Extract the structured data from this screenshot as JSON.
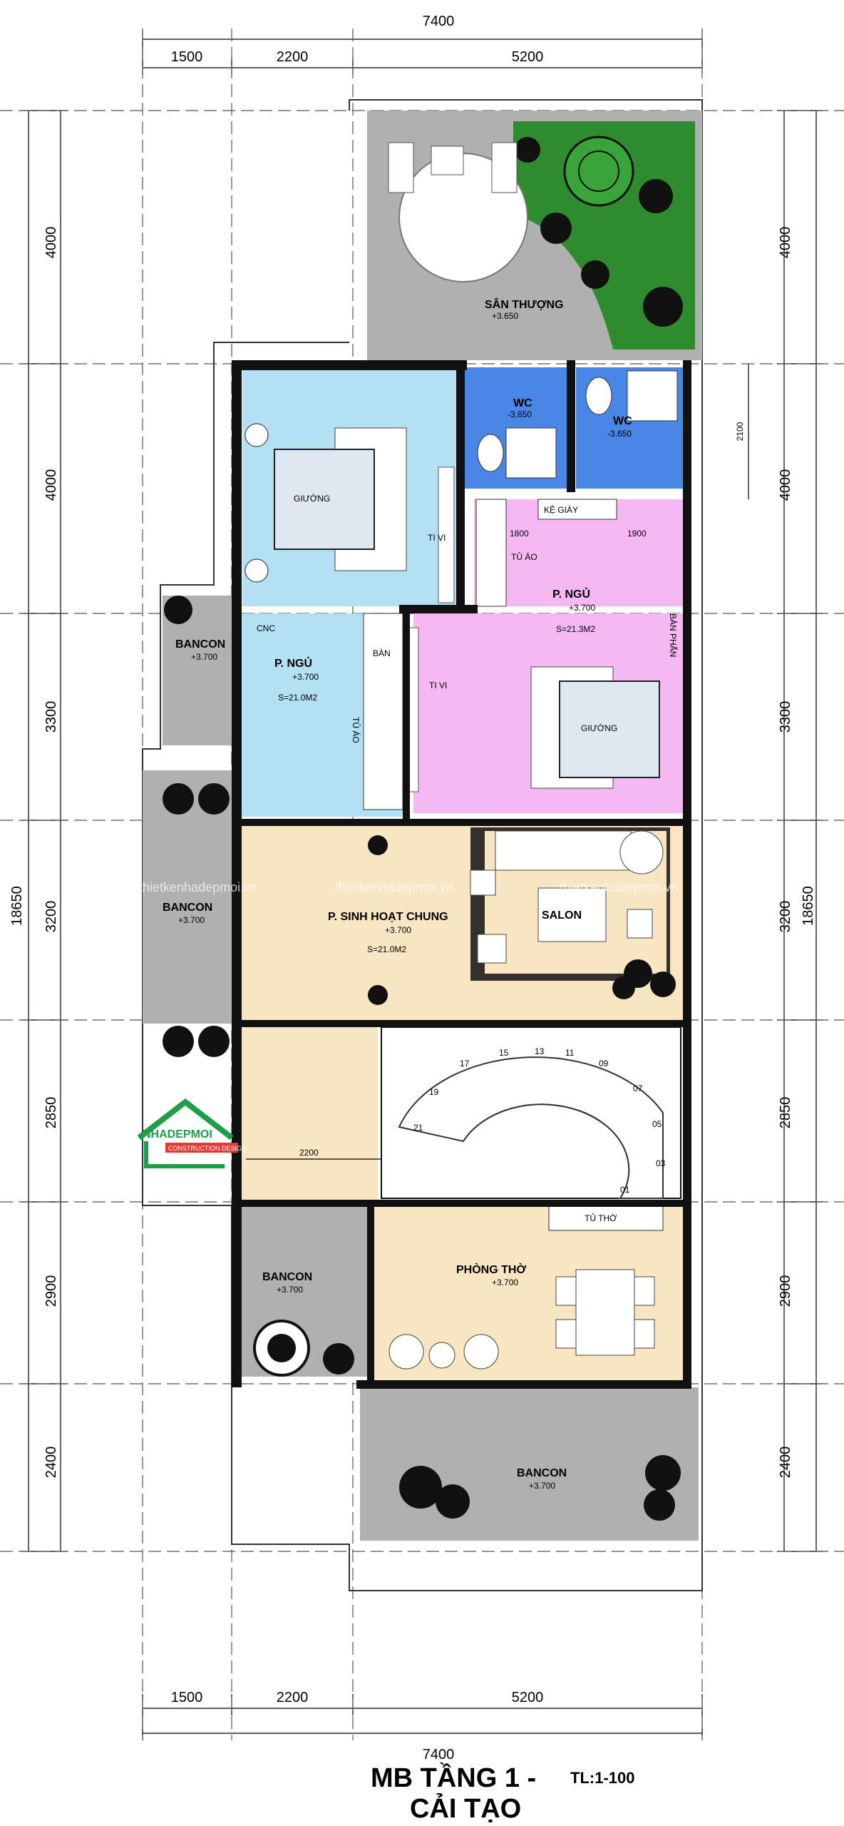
{
  "title": {
    "line1": "MB TẦNG 1 -",
    "scale": "TL:1-100",
    "line2": "CẢI TẠO"
  },
  "top_dims": {
    "total": "7400",
    "a": "1500",
    "b": "2200",
    "c": "5200"
  },
  "bottom_dims": {
    "total": "7400",
    "a": "1500",
    "b": "2200",
    "c": "5200"
  },
  "left_dims": [
    "4000",
    "4000",
    "3300",
    "3200",
    "2850",
    "2900",
    "2400"
  ],
  "left_total": "18650",
  "right_dims": [
    "4000",
    "4000",
    "3300",
    "3200",
    "2850",
    "2900",
    "2400"
  ],
  "right_total": "18650",
  "right_extra": "2100",
  "rooms": {
    "san_thuong": {
      "name": "SÂN THƯỢNG",
      "level": "+3.650"
    },
    "wc1": {
      "name": "WC",
      "level": "-3.650"
    },
    "wc2": {
      "name": "WC",
      "level": "-3.650"
    },
    "bed_giuong1": "GIƯỜNG",
    "tivi1": "TI VI",
    "ke_giay": "KỆ GIÀY",
    "dim_1800": "1800",
    "dim_1900": "1900",
    "tu_ao1": "TỦ ÁO",
    "p_ngu_pink": {
      "name": "P. NGỦ",
      "level": "+3.700",
      "area": "S=21.3M2"
    },
    "ban_phan": "BÀN PHẤN",
    "cnc": "CNC",
    "ban": "BÀN",
    "tivi2": "TI VI",
    "giuong2": "GIƯỜNG",
    "bancon1": {
      "name": "BANCON",
      "level": "+3.700"
    },
    "p_ngu_blue": {
      "name": "P. NGỦ",
      "level": "+3.700",
      "area": "S=21.0M2"
    },
    "tu_ao2": "TỦ ÁO",
    "bancon2": {
      "name": "BANCON",
      "level": "+3.700"
    },
    "sinh_hoat": {
      "name": "P. SINH HOẠT CHUNG",
      "level": "+3.700",
      "area": "S=21.0M2"
    },
    "salon": "SALON",
    "dim_2200": "2200",
    "stairs": [
      "17",
      "15",
      "13",
      "11",
      "09",
      "07",
      "05",
      "03",
      "01",
      "19",
      "21"
    ],
    "tu_tho": "TỦ THỜ",
    "bancon3": {
      "name": "BANCON",
      "level": "+3.700"
    },
    "phong_tho": {
      "name": "PHÒNG THỜ",
      "level": "+3.700"
    },
    "bancon4": {
      "name": "BANCON",
      "level": "+3.700"
    }
  },
  "watermark": "thietkenhadepmoi.vn",
  "logo": {
    "name": "NHADEPMOI",
    "tagline": "CONSTRUCTION DESIGN"
  },
  "colors": {
    "blue_room": "#b3e0f2",
    "pink_room": "#f6b8f2",
    "beige": "#f8e6c2",
    "gray_terrace": "#b0b0b0",
    "wc_blue": "#4a86e6",
    "garden_green": "#2e8b2e"
  }
}
